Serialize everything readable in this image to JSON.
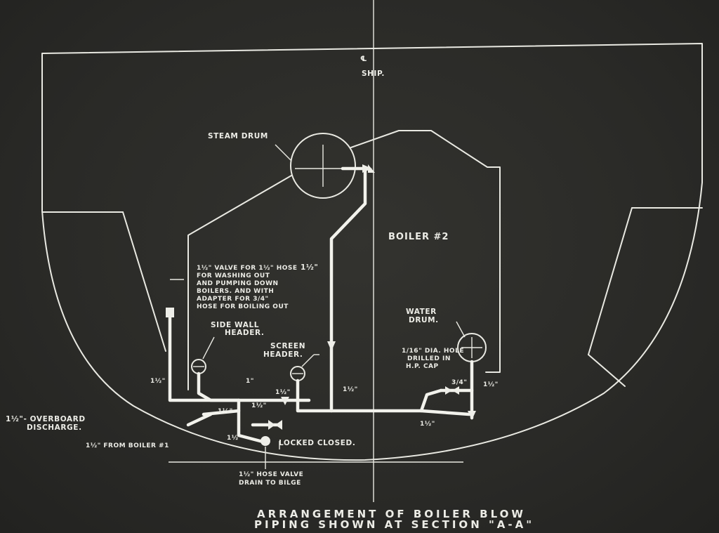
{
  "labels": {
    "ship": "SHIP.",
    "centerline": "℄",
    "steam_drum": "STEAM DRUM",
    "boiler": "BOILER #2",
    "water_drum_1": "WATER",
    "water_drum_2": "DRUM.",
    "side_wall_1": "SIDE WALL",
    "side_wall_2": "HEADER.",
    "screen_1": "SCREEN",
    "screen_2": "HEADER.",
    "valve_note_1": "1½\" VALVE FOR 1½\" HOSE",
    "valve_note_2": "FOR WASHING OUT",
    "valve_note_3": "AND PUMPING DOWN",
    "valve_note_4": "BOILERS. AND WITH",
    "valve_note_5": "ADAPTER FOR 3/4\"",
    "valve_note_6": "HOSE FOR BOILING OUT",
    "hole_note_1": "1/16\" DIA. HOLE",
    "hole_note_2": "DRILLED IN",
    "hole_note_3": "H.P. CAP",
    "size_riser": "1½\"",
    "size_1": "1\"",
    "size_a": "1½\"",
    "size_b": "1½\"",
    "size_c": "1½\"",
    "size_d": "1½\"",
    "size_e": "1½\"",
    "size_f": "1½\"",
    "size_g": "1½\"",
    "size_h": "3/4\"",
    "size_i": "1½\"",
    "overboard_1": "1½\"- OVERBOARD",
    "overboard_2": "DISCHARGE.",
    "from_boiler": "1½\" FROM BOILER #1",
    "locked_closed": "LOCKED CLOSED.",
    "hose_valve_1": "1½\" HOSE VALVE",
    "hose_valve_2": "DRAIN TO BILGE"
  },
  "caption": {
    "line1": "ARRANGEMENT OF BOILER BLOW",
    "line2": "PIPING SHOWN AT SECTION \"A-A\""
  }
}
